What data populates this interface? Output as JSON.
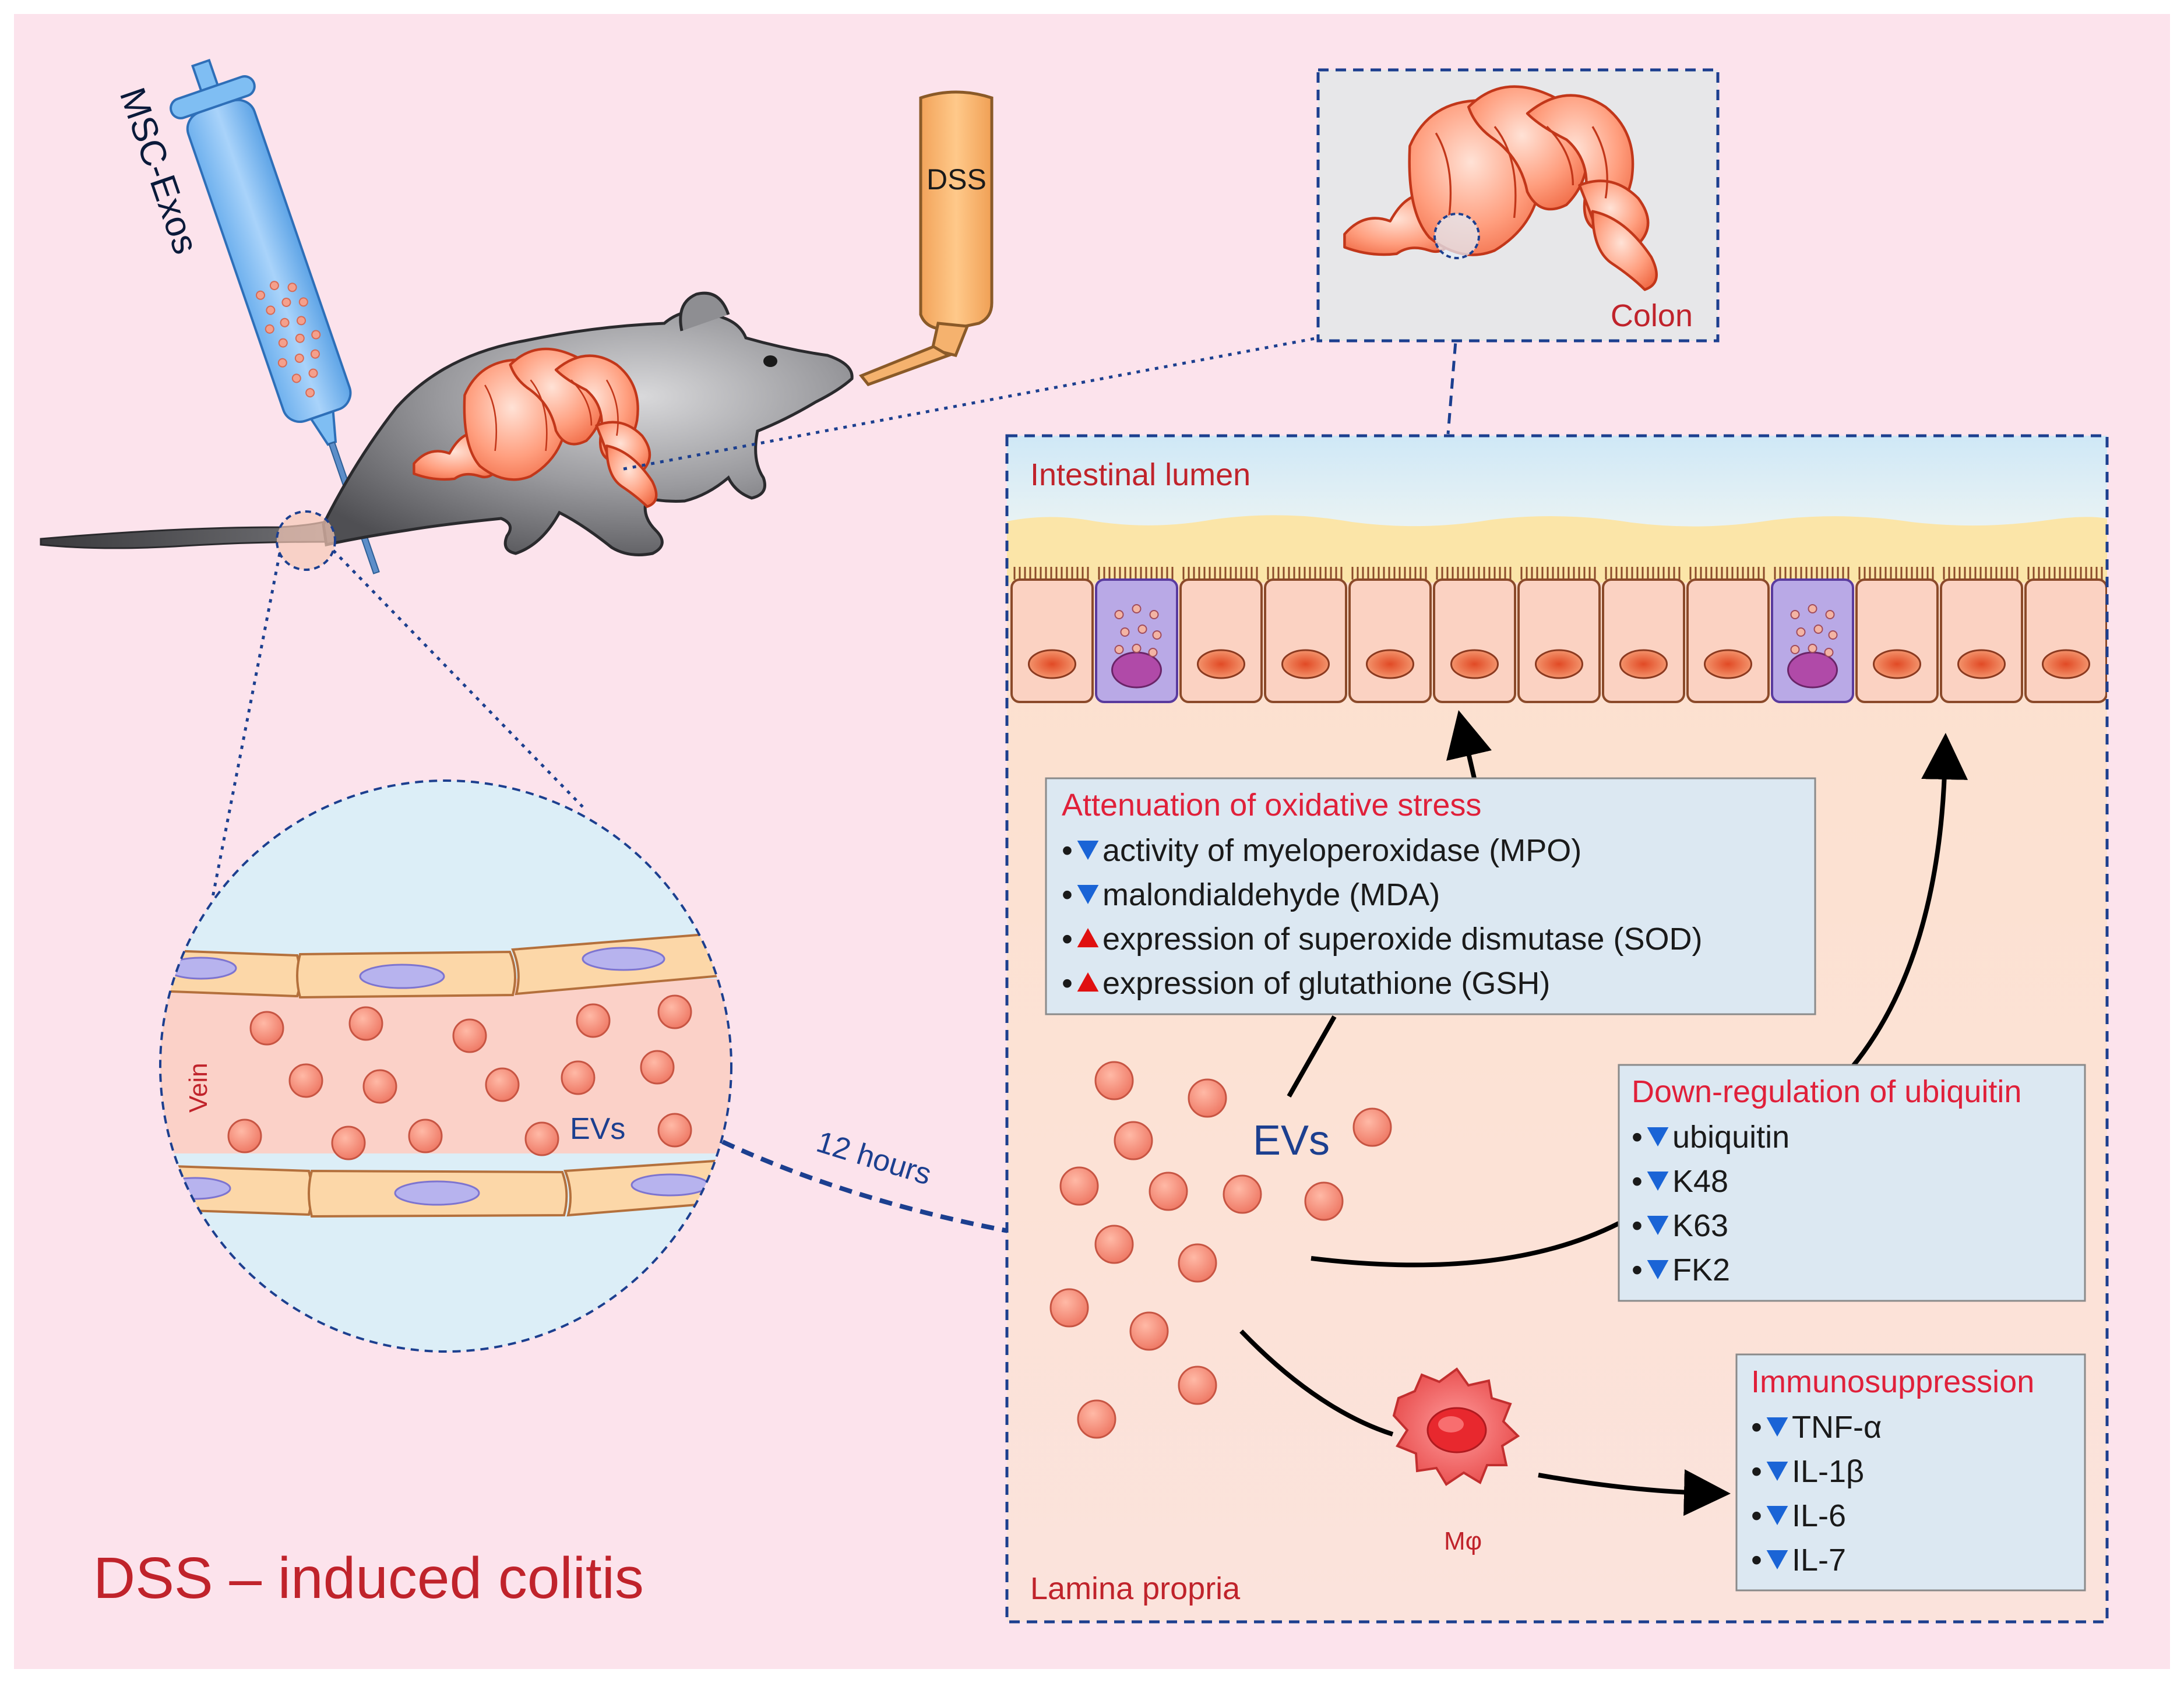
{
  "title": "DSS – induced colitis",
  "labels": {
    "syringe": "MSC-Exos",
    "bottle": "DSS",
    "colon": "Colon",
    "vein": "Vein",
    "vessel_evs": "EVs",
    "time": "12 hours",
    "lumen": "Intestinal lumen",
    "lamina": "Lamina propria",
    "evs": "EVs",
    "macrophage": "Mφ"
  },
  "boxes": {
    "oxidative": {
      "title": "Attenuation of oxidative stress",
      "items": [
        {
          "dir": "down",
          "text": "activity of myeloperoxidase (MPO)"
        },
        {
          "dir": "down",
          "text": "malondialdehyde (MDA)"
        },
        {
          "dir": "up",
          "text": "expression of superoxide dismutase (SOD)"
        },
        {
          "dir": "up",
          "text": "expression of glutathione (GSH)"
        }
      ]
    },
    "ubiquitin": {
      "title": "Down-regulation of ubiquitin",
      "items": [
        {
          "dir": "down",
          "text": "ubiquitin"
        },
        {
          "dir": "down",
          "text": "K48"
        },
        {
          "dir": "down",
          "text": "K63"
        },
        {
          "dir": "down",
          "text": "FK2"
        }
      ]
    },
    "immuno": {
      "title": "Immunosuppression",
      "items": [
        {
          "dir": "down",
          "text": "TNF-α"
        },
        {
          "dir": "down",
          "text": "IL-1β"
        },
        {
          "dir": "down",
          "text": "IL-6"
        },
        {
          "dir": "down",
          "text": "IL-7"
        }
      ]
    }
  },
  "colors": {
    "background": "#fce3ec",
    "text_red": "#c0232b",
    "title_red": "#e0203a",
    "dashed_blue": "#1c3f8f",
    "down_arrow": "#1a64d6",
    "up_arrow": "#e01010",
    "box_fill": "#dde9f3",
    "ev_fill": "#f28a78"
  }
}
